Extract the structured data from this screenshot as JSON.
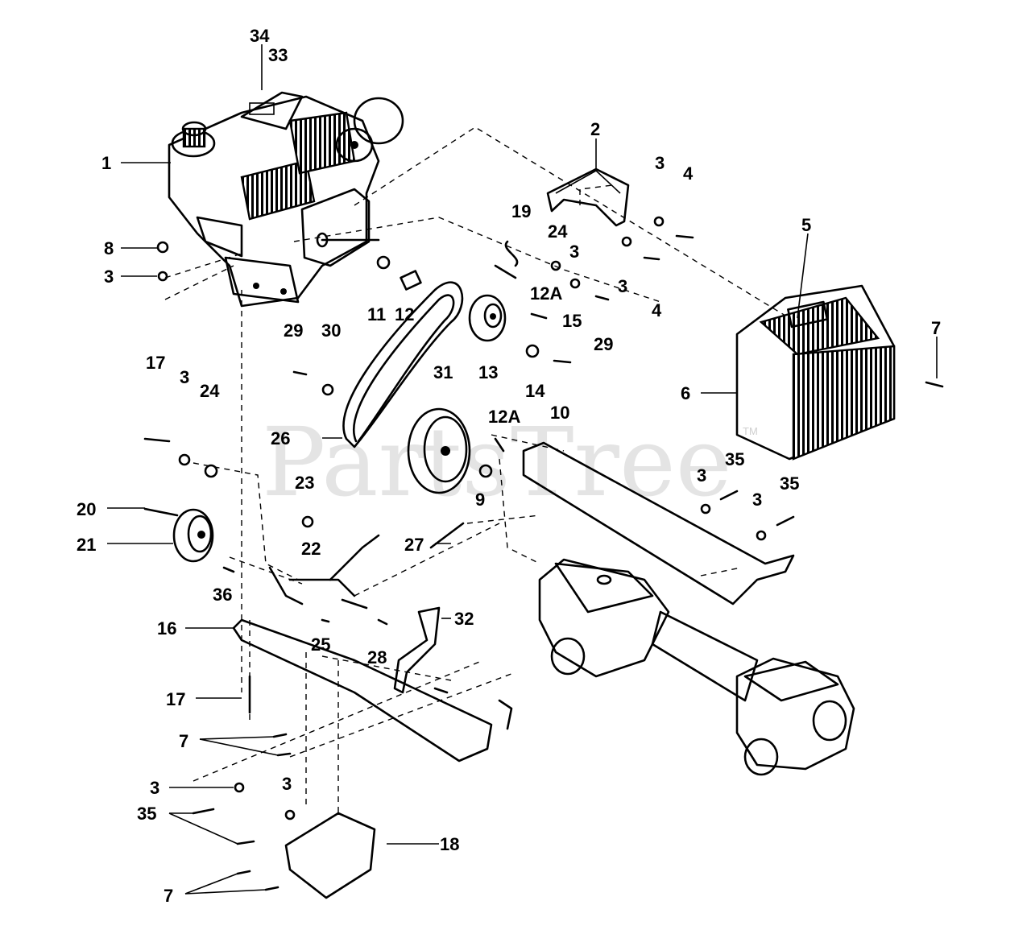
{
  "watermark": "PartsTree",
  "watermark_tm": "TM",
  "callouts": {
    "c1": "1",
    "c2": "2",
    "c3a": "3",
    "c3b": "3",
    "c3c": "3",
    "c3d": "3",
    "c3e": "3",
    "c3f": "3",
    "c3g": "3",
    "c3h": "3",
    "c3i": "3",
    "c4a": "4",
    "c4b": "4",
    "c5": "5",
    "c6": "6",
    "c7a": "7",
    "c7b": "7",
    "c7c": "7",
    "c8": "8",
    "c9": "9",
    "c10": "10",
    "c11": "11",
    "c12": "12",
    "c12a1": "12A",
    "c12a2": "12A",
    "c13": "13",
    "c14": "14",
    "c15": "15",
    "c16": "16",
    "c17a": "17",
    "c17b": "17",
    "c18": "18",
    "c19": "19",
    "c20": "20",
    "c21": "21",
    "c22": "22",
    "c23": "23",
    "c24a": "24",
    "c24b": "24",
    "c25": "25",
    "c26": "26",
    "c27": "27",
    "c28": "28",
    "c29a": "29",
    "c29b": "29",
    "c30": "30",
    "c31": "31",
    "c32": "32",
    "c33": "33",
    "c34": "34",
    "c35a": "35",
    "c35b": "35",
    "c35c": "35",
    "c36": "36"
  }
}
